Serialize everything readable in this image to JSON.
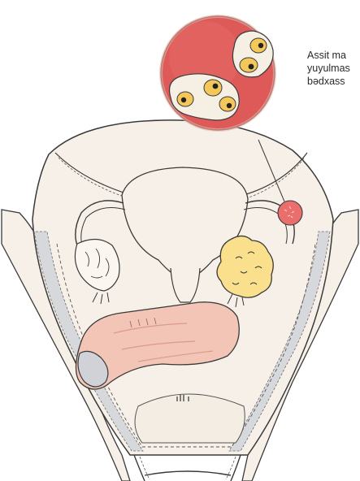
{
  "annotation": {
    "lines": [
      "Assit ma",
      "yuyulmas",
      "bədxass"
    ]
  },
  "colors": {
    "outline": "#3a3a3a",
    "cavity_fill": "#f7f0e8",
    "peritoneum_band": "#d7d8dc",
    "magnifier_fill": "#de5a58",
    "magnifier_rim": "#f2b3a8",
    "cell_cluster_fill": "#f6efe3",
    "cell_fill": "#f3c75a",
    "ovary_tumor_fill": "#fae08c",
    "bowel_fill": "#f3c5b6",
    "bowel_shadow": "#d89b8c",
    "sample_drop_fill": "#ea6e6c"
  },
  "labels": {
    "magnifier": "cytology-magnifier",
    "tumor": "ovarian-tumor",
    "uterus": "uterus",
    "intestine": "intestine-loop"
  }
}
